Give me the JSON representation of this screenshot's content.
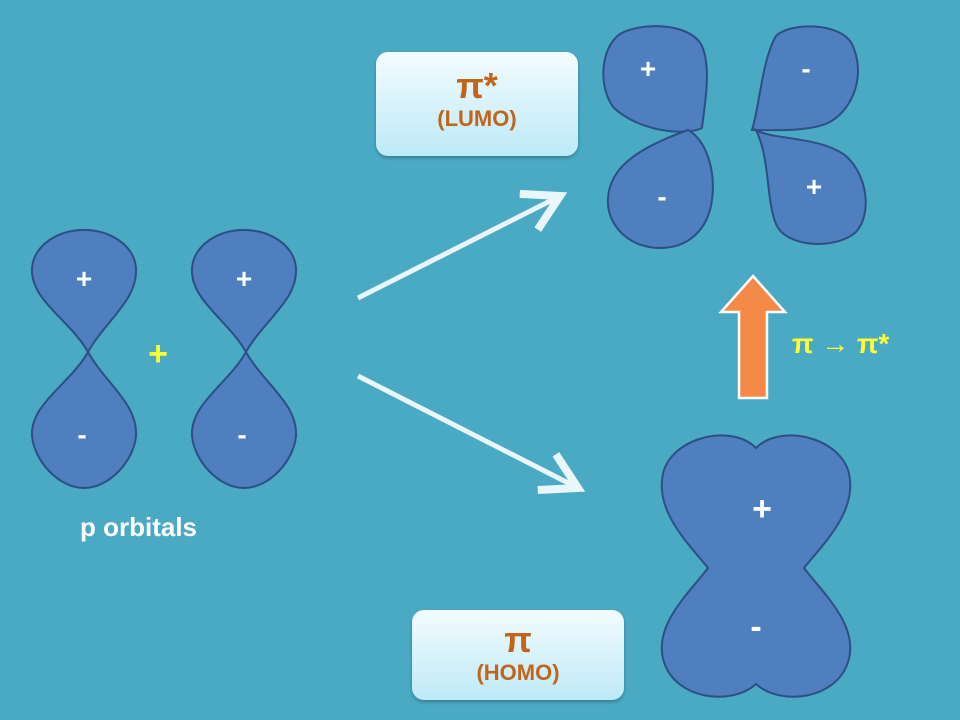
{
  "lumo_box": {
    "symbol": "π*",
    "label": "(LUMO)"
  },
  "homo_box": {
    "symbol": "π",
    "label": "(HOMO)"
  },
  "p_orbitals": {
    "caption": "p orbitals",
    "combine_sign": "+",
    "lobe_top_sign": "+",
    "lobe_bottom_sign": "-"
  },
  "pi_star_orbital": {
    "top_left": "+",
    "top_right": "-",
    "bottom_left": "-",
    "bottom_right": "+"
  },
  "pi_orbital": {
    "top": "+",
    "bottom": "-"
  },
  "transition": {
    "label": "π → π*"
  },
  "colors": {
    "background": "#4aa9c3",
    "lobe": "#4f7fbf",
    "lobe_outline": "#2d4f85",
    "arrow": "#f48a48",
    "highlight": "#ffff33",
    "box_text": "#c0651a"
  }
}
